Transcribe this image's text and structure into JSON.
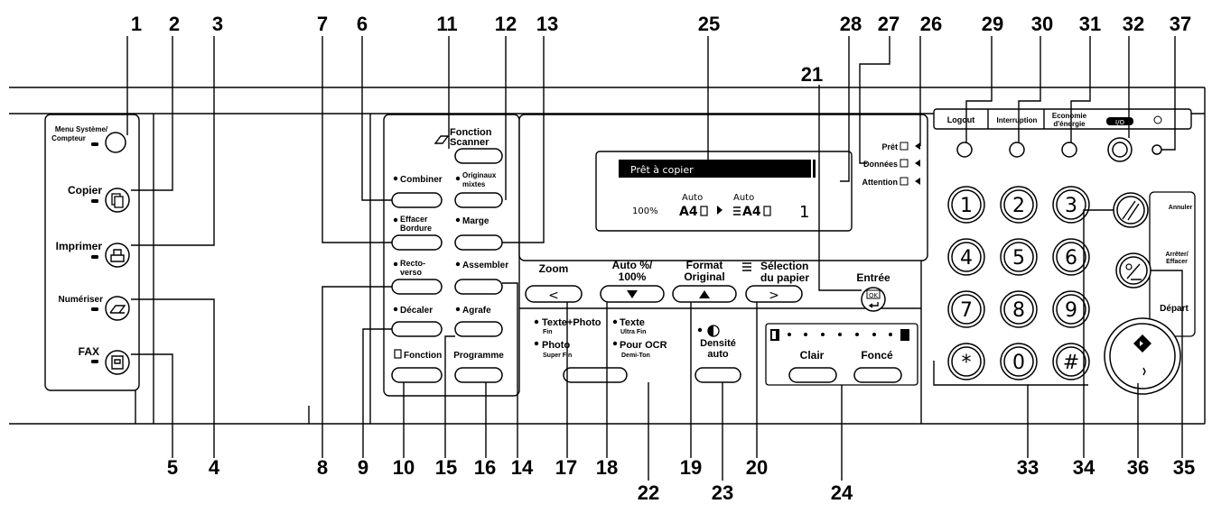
{
  "callouts": {
    "top": [
      "1",
      "2",
      "3",
      "7",
      "6",
      "11",
      "12",
      "13",
      "25",
      "28",
      "27",
      "26",
      "29",
      "30",
      "31",
      "32",
      "37",
      "21"
    ],
    "bottom": [
      "5",
      "4",
      "8",
      "9",
      "10",
      "15",
      "16",
      "14",
      "17",
      "18",
      "22",
      "19",
      "23",
      "20",
      "24",
      "33",
      "34",
      "36",
      "35"
    ]
  },
  "left_panel": {
    "menu_line1": "Menu Système/",
    "menu_line2": "Compteur",
    "copier": "Copier",
    "imprimer": "Imprimer",
    "numeriser": "Numériser",
    "fax": "FAX"
  },
  "func_panel": {
    "fonction_scanner_line1": "Fonction",
    "fonction_scanner_line2": "Scanner",
    "combiner": "Combiner",
    "originaux_line1": "Originaux",
    "originaux_line2": "mixtes",
    "effacer_line1": "Effacer",
    "effacer_line2": "Bordure",
    "marge": "Marge",
    "recto_line1": "Recto-",
    "recto_line2": "verso",
    "assembler": "Assembler",
    "decaler": "Décaler",
    "agrafe": "Agrafe",
    "fonction": "Fonction",
    "programme": "Programme"
  },
  "lcd": {
    "message": "Prêt à copier",
    "zoom_value": "100%",
    "auto1": "Auto",
    "paper1": "A4",
    "auto2": "Auto",
    "paper2": "A4",
    "copies": "1"
  },
  "indicators": {
    "pret": "Prêt",
    "donnees": "Données",
    "attention": "Attention"
  },
  "controls": {
    "zoom": "Zoom",
    "auto_line1": "Auto %/",
    "auto_line2": "100%",
    "format_line1": "Format",
    "format_line2": "Original",
    "selection_line1": "Sélection",
    "selection_line2": "du papier",
    "entree": "Entrée",
    "ok": "OK",
    "texte_photo": "Texte+Photo",
    "fin": "Fin",
    "photo": "Photo",
    "super_fin": "Super Fin",
    "texte": "Texte",
    "ultra_fin": "Ultra Fin",
    "pour_ocr": "Pour OCR",
    "demi_ton": "Demi-Ton",
    "densite_line1": "Densité",
    "densite_line2": "auto",
    "clair": "Clair",
    "fonce": "Foncé"
  },
  "right_panel": {
    "logout": "Logout",
    "interruption": "Interruption",
    "economie_line1": "Economie",
    "economie_line2": "d'énergie",
    "power": "I/O",
    "annuler": "Annuler",
    "arreter_line1": "Arrêter/",
    "arreter_line2": "Effacer",
    "depart": "Départ"
  },
  "keypad": [
    "1",
    "2",
    "3",
    "4",
    "5",
    "6",
    "7",
    "8",
    "9",
    "*",
    "0",
    "#"
  ]
}
